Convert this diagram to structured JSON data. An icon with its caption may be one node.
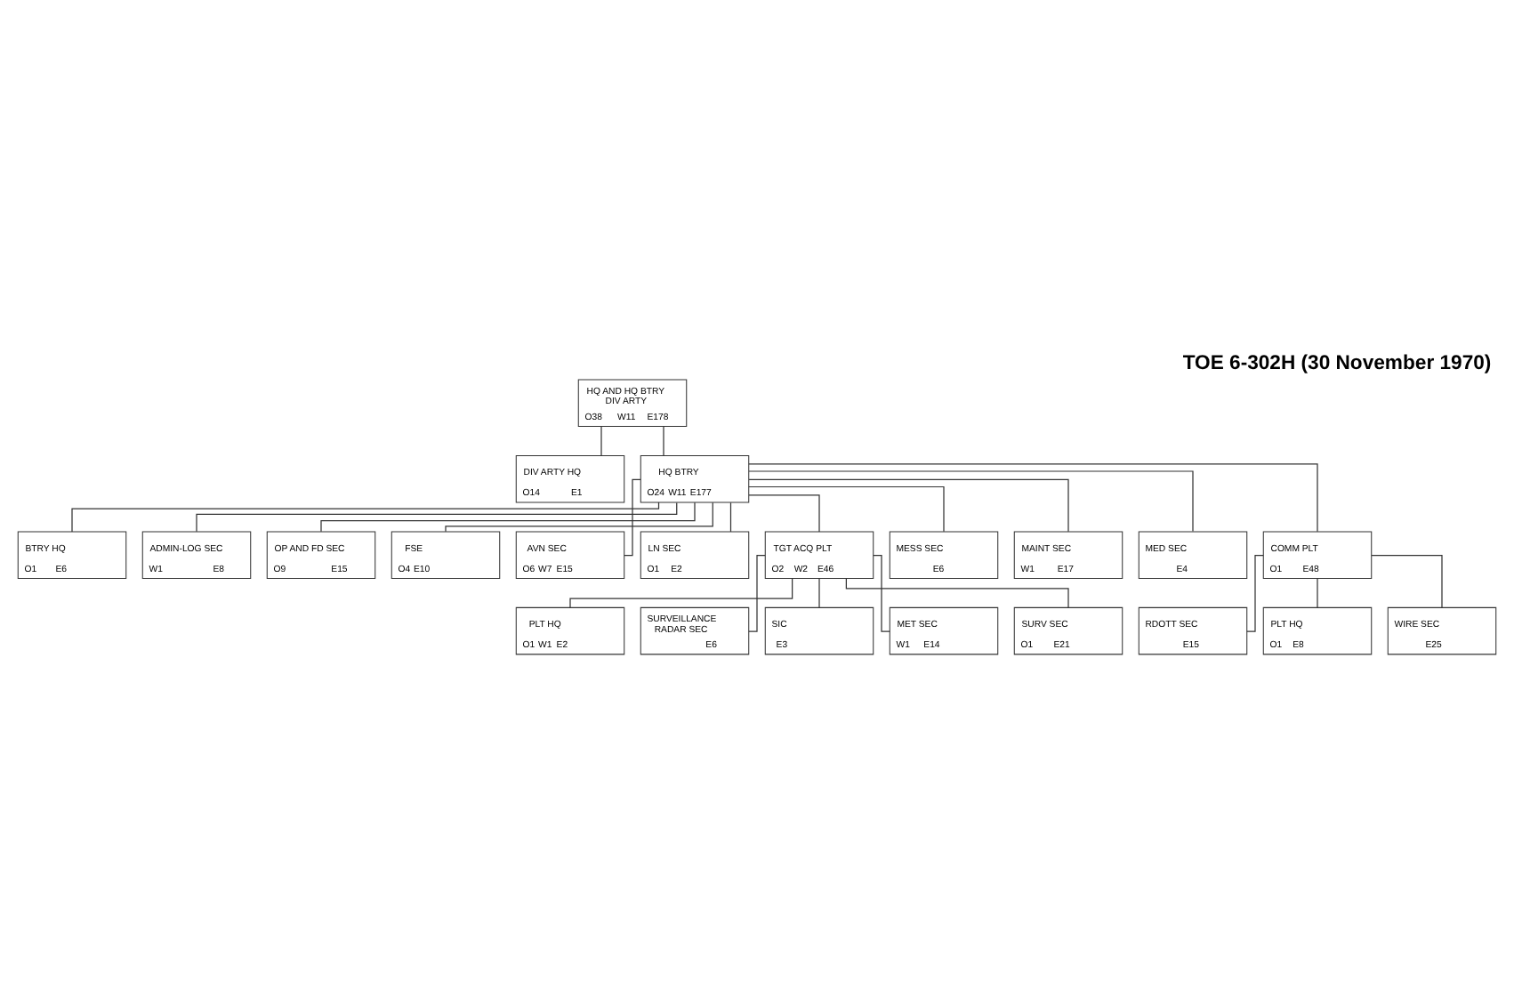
{
  "diagram": {
    "title": "TOE 6-302H (30 November 1970)",
    "nodes": [
      {
        "text": [
          "HQ AND HQ BTRY DIV ARTY",
          "O38",
          "W11",
          "E178"
        ]
      },
      {
        "text": [
          "DIV ARTY HQ",
          "O14",
          "E1"
        ]
      },
      {
        "text": [
          "HQ BTRY",
          "O24",
          "W11",
          "E177"
        ]
      },
      {
        "text": [
          "BTRY HQ",
          "O1",
          "E6"
        ]
      },
      {
        "text": [
          "ADMIN-LOG SEC",
          "W1",
          "E8"
        ]
      },
      {
        "text": [
          "OP AND FD SEC",
          "O9",
          "E15"
        ]
      },
      {
        "text": [
          "FSE",
          "O4",
          "E10"
        ]
      },
      {
        "text": [
          "AVN SEC",
          "O6",
          "W7",
          "E15"
        ]
      },
      {
        "text": [
          "LN SEC",
          "O1",
          "E2"
        ]
      },
      {
        "text": [
          "TGT ACQ PLT",
          "O2",
          "W2",
          "E46"
        ]
      },
      {
        "text": [
          "MESS SEC",
          "E6"
        ]
      },
      {
        "text": [
          "MAINT SEC",
          "W1",
          "E17"
        ]
      },
      {
        "text": [
          "MED SEC",
          "E4"
        ]
      },
      {
        "text": [
          "COMM PLT",
          "O1",
          "E48"
        ]
      },
      {
        "text": [
          "PLT HQ",
          "O1",
          "W1",
          "E2"
        ]
      },
      {
        "text": [
          "SURVEILLANCE RADAR SEC",
          "E6"
        ]
      },
      {
        "text": [
          "SIC",
          "E3"
        ]
      },
      {
        "text": [
          "RDOTT SEC",
          "E15"
        ]
      },
      {
        "text": [
          "PLT HQ",
          "O1",
          "E8"
        ]
      },
      {
        "text": [
          "WIRE SEC",
          "E25"
        ]
      },
      {
        "text": [
          "MET SEC",
          "W1",
          "E14"
        ]
      },
      {
        "text": [
          "SURV SEC",
          "O1",
          "E21"
        ]
      }
    ],
    "edges": [
      {
        "from": 0,
        "to": 1,
        "arrow": "none"
      },
      {
        "from": 0,
        "to": 2,
        "arrow": "none"
      },
      {
        "from": 2,
        "to": 3,
        "arrow": "none"
      },
      {
        "from": 2,
        "to": 4,
        "arrow": "none"
      },
      {
        "from": 2,
        "to": 5,
        "arrow": "none"
      },
      {
        "from": 2,
        "to": 6,
        "arrow": "none"
      },
      {
        "from": 2,
        "to": 7,
        "arrow": "none"
      },
      {
        "from": 2,
        "to": 8,
        "arrow": "none"
      },
      {
        "from": 2,
        "to": 9,
        "arrow": "none"
      },
      {
        "from": 2,
        "to": 10,
        "arrow": "none"
      },
      {
        "from": 2,
        "to": 11,
        "arrow": "none"
      },
      {
        "from": 2,
        "to": 12,
        "arrow": "none"
      },
      {
        "from": 2,
        "to": 13,
        "arrow": "none"
      },
      {
        "from": 9,
        "to": 14,
        "arrow": "none"
      },
      {
        "from": 9,
        "to": 15,
        "arrow": "none"
      },
      {
        "from": 9,
        "to": 16,
        "arrow": "none"
      },
      {
        "from": 9,
        "to": 20,
        "arrow": "none"
      },
      {
        "from": 9,
        "to": 21,
        "arrow": "none"
      },
      {
        "from": 13,
        "to": 17,
        "arrow": "none"
      },
      {
        "from": 13,
        "to": 18,
        "arrow": "none"
      },
      {
        "from": 13,
        "to": 19,
        "arrow": "none"
      }
    ]
  }
}
